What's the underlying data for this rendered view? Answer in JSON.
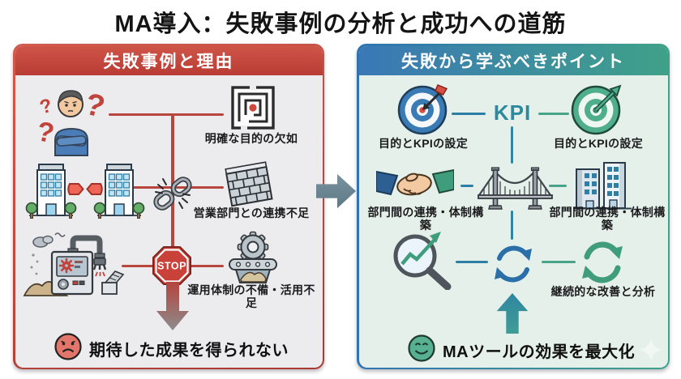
{
  "title": "MA導入：失敗事例の分析と成功への道筋",
  "colors": {
    "failure_red": "#c0443d",
    "success_blue": "#2d7ea5",
    "success_green": "#49a389",
    "kpi_teal": "#2b8a9e",
    "left_panel_bg": "#ecebee",
    "right_panel_bg": "#e5f0ea"
  },
  "connector": {
    "icon": "right-arrow-icon"
  },
  "left_panel": {
    "header": "失敗事例と理由",
    "stop_sign_text": "STOP",
    "items": [
      {
        "icon": "confused-person-icon",
        "result_icon": "maze-icon",
        "label": "明確な目的の欠如"
      },
      {
        "icon": "disconnected-buildings-icon",
        "junction_icon": "broken-chain-icon",
        "result_icon": "brick-wall-icon",
        "label": "営業部門との連携不足"
      },
      {
        "icon": "idle-factory-icon",
        "junction_icon": "stop-sign-icon",
        "result_icon": "unused-machine-icon",
        "label": "運用体制の不備・活用不足"
      }
    ],
    "outcome": {
      "icon": "sad-face-icon",
      "label": "期待した成果を得られない",
      "arrow_icon": "down-arrow-icon"
    }
  },
  "right_panel": {
    "header": "失敗から学ぶべきポイント",
    "kpi_label": "KPI",
    "items": [
      {
        "left_icon": "target-dart-icon",
        "left_label": "目的とKPIの設定",
        "right_icon": "target-growth-icon",
        "right_label": "目的とKPIの設定"
      },
      {
        "left_icon": "handshake-icon",
        "left_label": "部門間の連携・体制構築",
        "center_icon": "bridge-icon",
        "right_icon": "office-buildings-icon",
        "right_label": "部門間の連携・体制構築"
      },
      {
        "left_icon": "magnifier-chart-icon",
        "center_icon": "cycle-arrows-blue-icon",
        "right_icon": "cycle-arrows-green-icon",
        "right_label": "継続的な改善と分析"
      }
    ],
    "outcome": {
      "icon": "smiley-face-icon",
      "label": "MAツールの効果を最大化",
      "arrow_icon": "up-arrow-icon",
      "decoration_icon": "sparkle-icon"
    }
  }
}
